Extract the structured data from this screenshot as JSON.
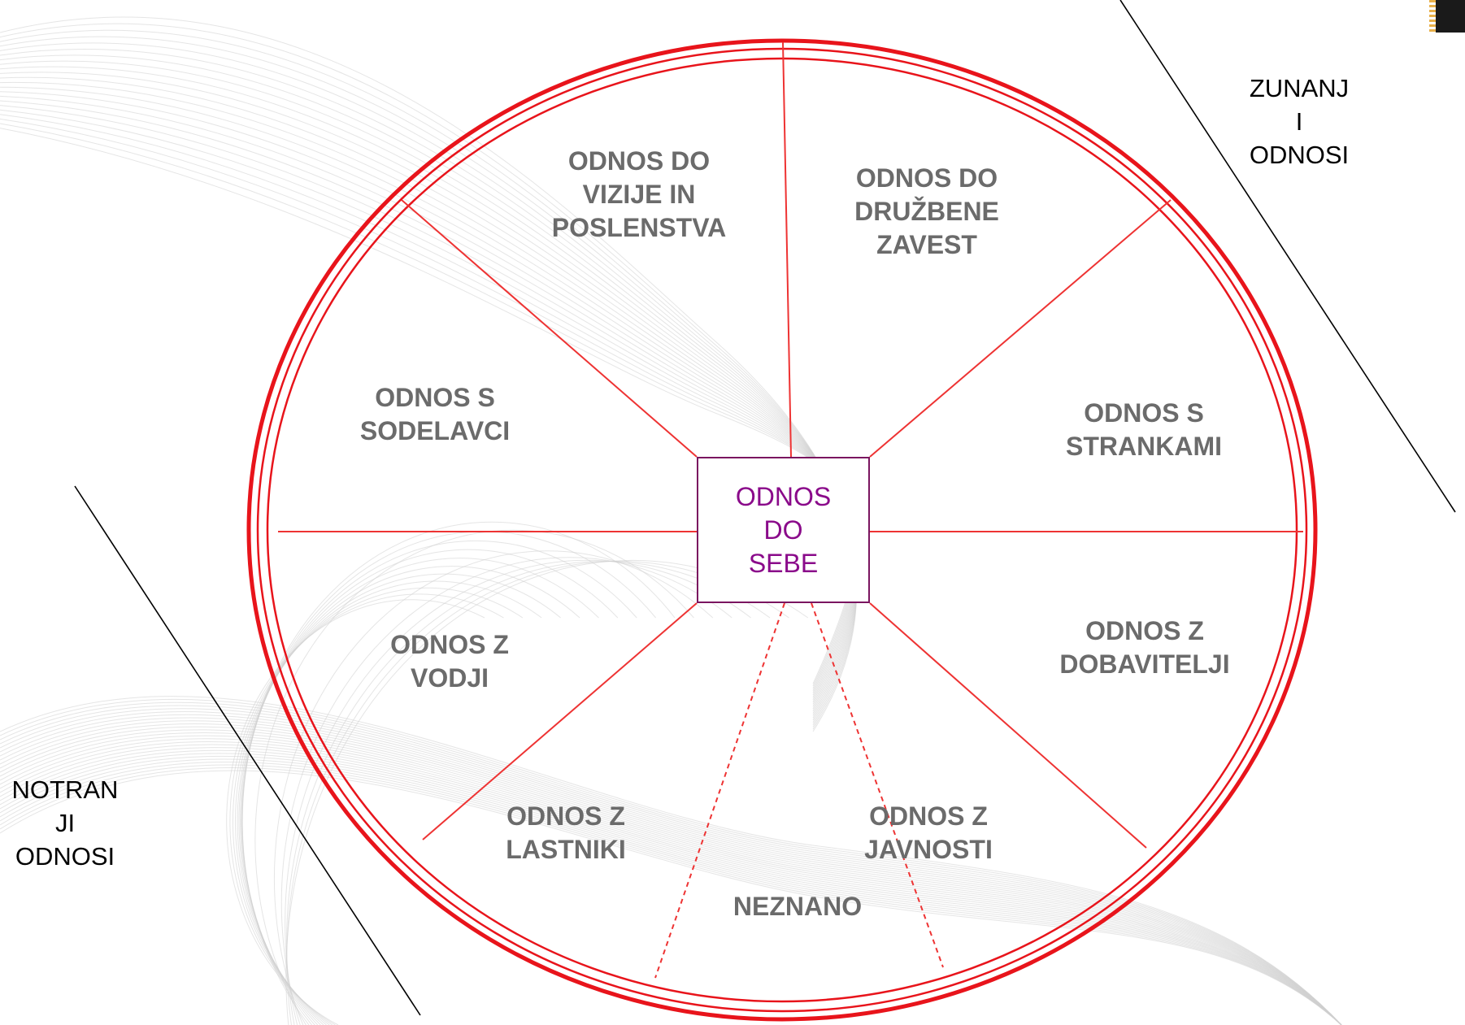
{
  "diagram": {
    "center_label": "ODNOS\nDO\nSEBE",
    "segments": [
      {
        "id": "vizija",
        "label": "ODNOS DO\nVIZIJE IN\nPOSLENSTVA"
      },
      {
        "id": "druzbena",
        "label": "ODNOS DO\nDRUŽBENE\nZAVEST"
      },
      {
        "id": "sodelavci",
        "label": "ODNOS S\nSODELAVCI"
      },
      {
        "id": "stranke",
        "label": "ODNOS S\nSTRANKAMI"
      },
      {
        "id": "vodja",
        "label": "ODNOS Z\nVODJI"
      },
      {
        "id": "dobavitelji",
        "label": "ODNOS Z\nDOBAVITELJI"
      },
      {
        "id": "lastniki",
        "label": "ODNOS Z\nLASTNIKI"
      },
      {
        "id": "javnost",
        "label": "ODNOS Z\nJAVNOSTI"
      },
      {
        "id": "neznano",
        "label": "NEZNANO"
      }
    ],
    "external_label": "ZUNANJ\nI\nODNOSI",
    "internal_label": "NOTRAN\nJI\nODNOSI"
  },
  "colors": {
    "ring": "#e8141b",
    "spoke": "#ee3333",
    "segment_text": "#6b6b6b",
    "center_text": "#8a0a8a",
    "center_border": "#7a1560",
    "divider": "#000000",
    "background_waves": "#d0d0d0"
  },
  "icons": {
    "logo": "corner-logo-icon"
  }
}
